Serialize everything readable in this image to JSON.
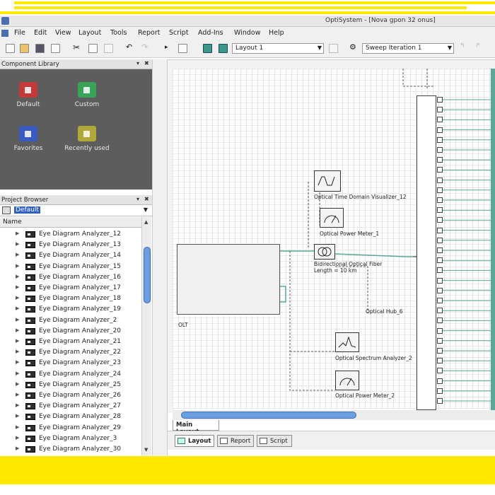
{
  "window": {
    "title": "OptiSystem - [Nova gpon 32 onus]"
  },
  "menu": [
    "File",
    "Edit",
    "View",
    "Layout",
    "Tools",
    "Report",
    "Script",
    "Add-Ins",
    "Window",
    "Help"
  ],
  "toolbar": {
    "layout_select": "Layout 1",
    "sweep_select": "Sweep Iteration 1"
  },
  "component_library": {
    "title": "Component Library",
    "items": [
      {
        "label": "Default",
        "color": "#c23a3a"
      },
      {
        "label": "Custom",
        "color": "#3aa35a"
      },
      {
        "label": "Favorites",
        "color": "#3a5ac2"
      },
      {
        "label": "Recently used",
        "color": "#b0a83a"
      }
    ]
  },
  "project_browser": {
    "title": "Project Browser",
    "selected": "Default",
    "column": "Name",
    "items": [
      "Eye Diagram Analyzer_12",
      "Eye Diagram Analyzer_13",
      "Eye Diagram Analyzer_14",
      "Eye Diagram Analyzer_15",
      "Eye Diagram Analyzer_16",
      "Eye Diagram Analyzer_17",
      "Eye Diagram Analyzer_18",
      "Eye Diagram Analyzer_19",
      "Eye Diagram Analyzer_2",
      "Eye Diagram Analyzer_20",
      "Eye Diagram Analyzer_21",
      "Eye Diagram Analyzer_22",
      "Eye Diagram Analyzer_23",
      "Eye Diagram Analyzer_24",
      "Eye Diagram Analyzer_25",
      "Eye Diagram Analyzer_26",
      "Eye Diagram Analyzer_27",
      "Eye Diagram Analyzer_28",
      "Eye Diagram Analyzer_29",
      "Eye Diagram Analyzer_3",
      "Eye Diagram Analyzer_30"
    ]
  },
  "canvas": {
    "olt_label": "OLT",
    "time_vis": "Optical Time Domain Visualizer_12",
    "power_meter_1": "Optical Power Meter_1",
    "fiber_1": "Bidirectional Optical Fiber",
    "fiber_2": "Length = 10  km",
    "hub": "Optical Hub_6",
    "spectrum": "Optical Spectrum Analyzer_2",
    "power_meter_2": "Optical Power Meter_2"
  },
  "tabs": {
    "main_layout": "Main Layout",
    "layout": "Layout",
    "report": "Report",
    "script": "Script"
  },
  "colors": {
    "accent_yellow": "#ffe900",
    "wire_teal": "#5aa89a",
    "selection": "#3060c0"
  }
}
